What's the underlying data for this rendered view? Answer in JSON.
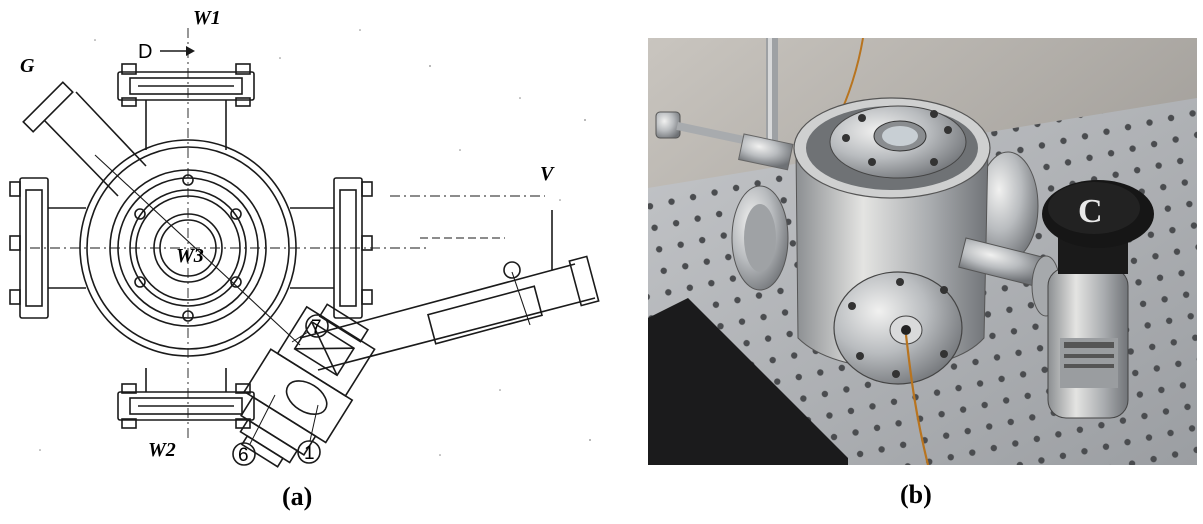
{
  "drawing": {
    "labels": {
      "w1": "W1",
      "w2": "W2",
      "w3": "W3",
      "g": "G",
      "v": "V",
      "d": "D",
      "n7": "7",
      "n6": "6",
      "n1": "1"
    }
  },
  "captions": {
    "a": "(a)",
    "b": "(b)"
  },
  "photo": {
    "knob_glyph": "C"
  },
  "colors": {
    "ink": "#1a1a1a",
    "steel": "#b9bcbf",
    "table": "#a9acb0",
    "knob": "#161616",
    "cable": "#b8741f"
  }
}
